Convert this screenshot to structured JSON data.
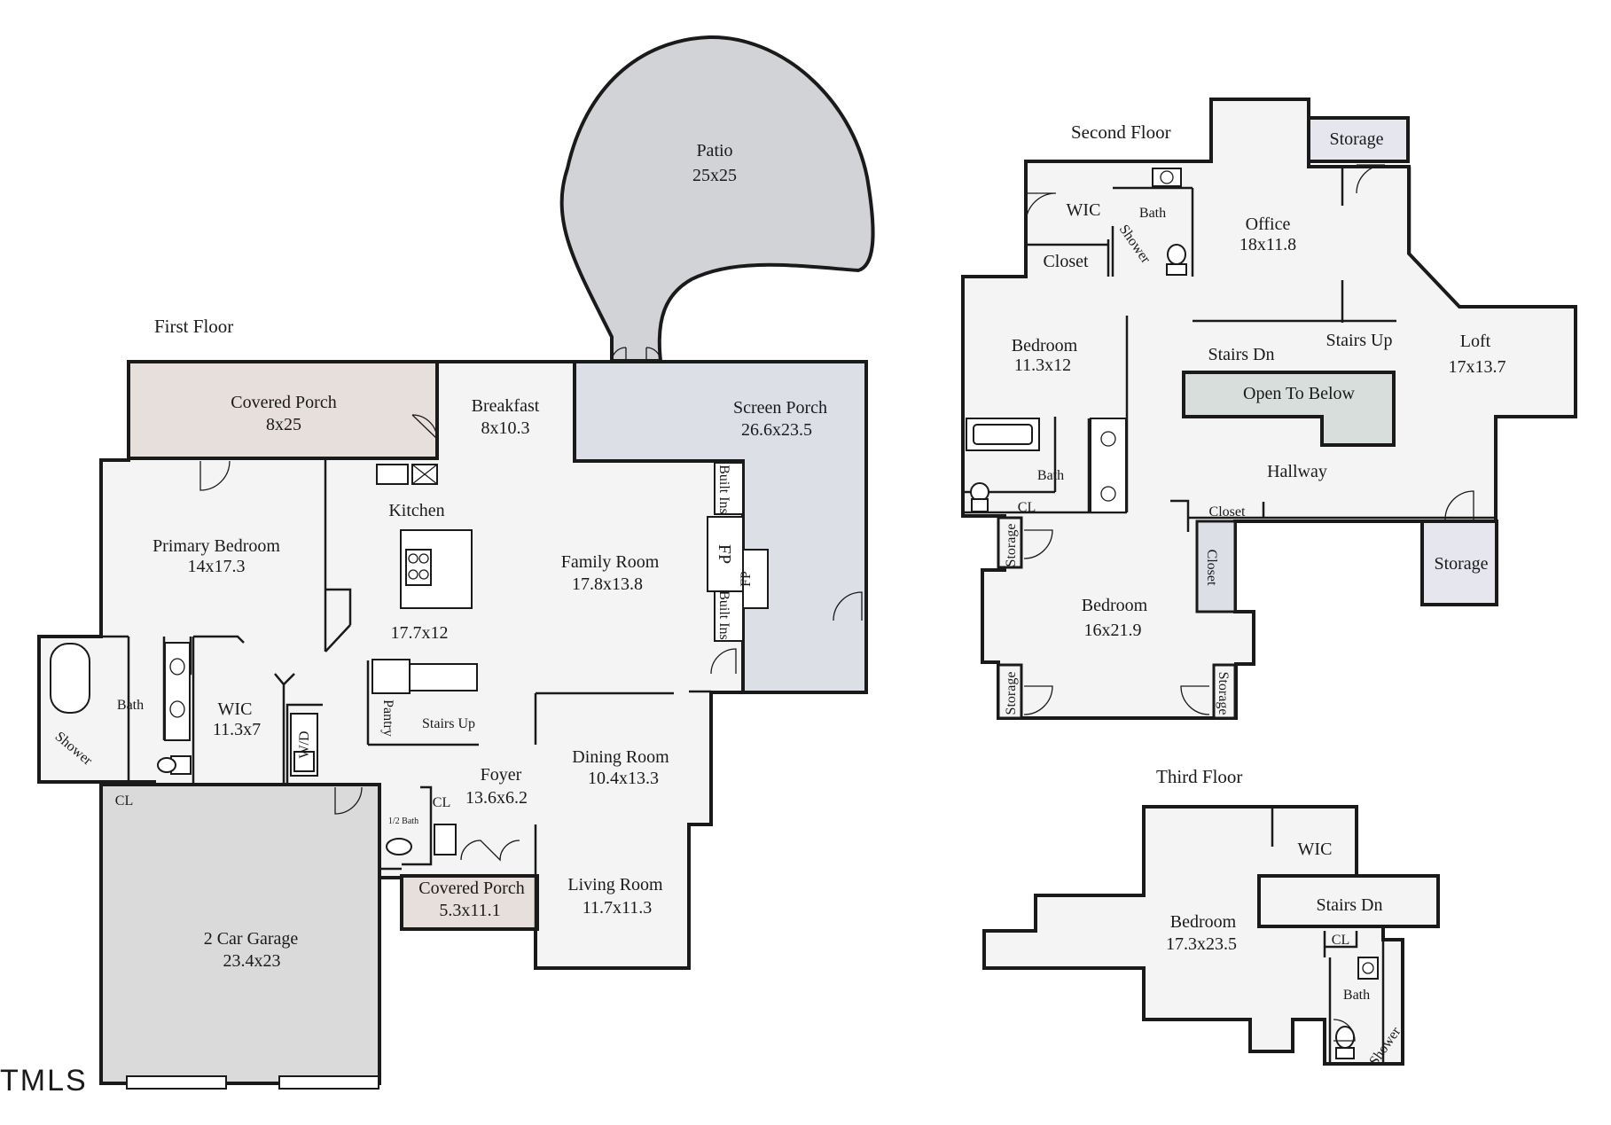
{
  "colors": {
    "floor": "#f4f4f4",
    "wall": "#1a1a1a",
    "patio": "#d2d3d6",
    "garage": "#dadada",
    "covered_porch": "#e6dfdb",
    "screen_porch": "#dce0e6",
    "storage": "#e6e6ee",
    "open_to_below": "#d8dedb"
  },
  "floors": {
    "first": "First Floor",
    "second": "Second Floor",
    "third": "Third Floor"
  },
  "watermark": "TMLS",
  "first_floor": {
    "patio": {
      "name": "Patio",
      "dims": "25x25"
    },
    "covered_porch_top": {
      "name": "Covered Porch",
      "dims": "8x25"
    },
    "breakfast": {
      "name": "Breakfast",
      "dims": "8x10.3"
    },
    "screen_porch": {
      "name": "Screen Porch",
      "dims": "26.6x23.5"
    },
    "primary_bedroom": {
      "name": "Primary Bedroom",
      "dims": "14x17.3"
    },
    "kitchen": {
      "name": "Kitchen",
      "dims": "17.7x12"
    },
    "family_room": {
      "name": "Family Room",
      "dims": "17.8x13.8"
    },
    "built_ins": "Built Ins",
    "fp": "FP",
    "bath": "Bath",
    "shower": "Shower",
    "wic": {
      "name": "WIC",
      "dims": "11.3x7"
    },
    "wd": "W/D",
    "pantry": "Pantry",
    "stairs_up": "Stairs Up",
    "dining_room": {
      "name": "Dining Room",
      "dims": "10.4x13.3"
    },
    "foyer": {
      "name": "Foyer",
      "dims": "13.6x6.2"
    },
    "cl": "CL",
    "half_bath": "1/2 Bath",
    "covered_porch_front": {
      "name": "Covered Porch",
      "dims": "5.3x11.1"
    },
    "living_room": {
      "name": "Living Room",
      "dims": "11.7x11.3"
    },
    "garage": {
      "name": "2 Car Garage",
      "dims": "23.4x23"
    }
  },
  "second_floor": {
    "storage": "Storage",
    "wic": "WIC",
    "bath": "Bath",
    "shower": "Shower",
    "closet": "Closet",
    "office": {
      "name": "Office",
      "dims": "18x11.8"
    },
    "bedroom_a": {
      "name": "Bedroom",
      "dims": "11.3x12"
    },
    "stairs_dn": "Stairs Dn",
    "stairs_up": "Stairs Up",
    "loft": {
      "name": "Loft",
      "dims": "17x13.7"
    },
    "open_to_below": "Open To Below",
    "hallway": "Hallway",
    "cl": "CL",
    "bedroom_b": {
      "name": "Bedroom",
      "dims": "16x21.9"
    }
  },
  "third_floor": {
    "wic": "WIC",
    "bedroom": {
      "name": "Bedroom",
      "dims": "17.3x23.5"
    },
    "stairs_dn": "Stairs Dn",
    "cl": "CL",
    "bath": "Bath",
    "shower": "Shower"
  }
}
